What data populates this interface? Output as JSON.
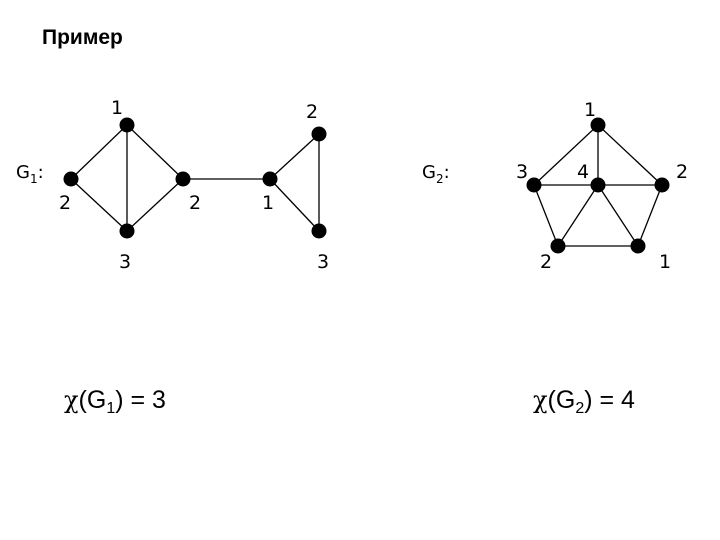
{
  "title": "Пример",
  "graph1": {
    "name": "G",
    "index": "1",
    "name_suffix": ":",
    "node_labels": [
      "1",
      "2",
      "3",
      "2",
      "1",
      "2",
      "3"
    ]
  },
  "graph2": {
    "name": "G",
    "index": "2",
    "name_suffix": ":",
    "node_labels": [
      "1",
      "3",
      "4",
      "2",
      "2",
      "1"
    ]
  },
  "formula1": {
    "symbol": "χ",
    "open": "(G",
    "index": "1",
    "rest": ") = 3"
  },
  "formula2": {
    "symbol": "χ",
    "open": "(G",
    "index": "2",
    "rest": ") = 4"
  }
}
